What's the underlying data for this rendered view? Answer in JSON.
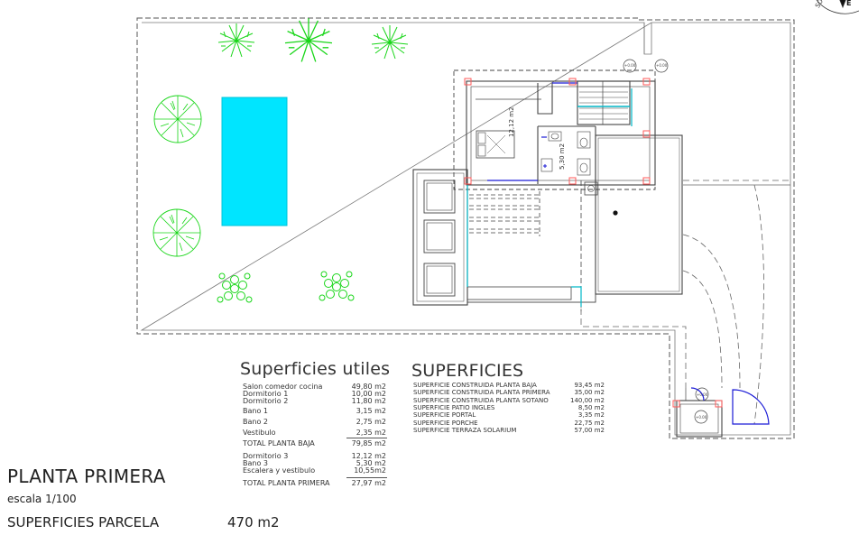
{
  "plan": {
    "title": "PLANTA PRIMERA",
    "scale": "escala 1/100",
    "plot_label": "SUPERFICIES PARCELA",
    "plot_value": "470 m2",
    "room_labels": {
      "dorm": "12,12 m2",
      "bath": "5,30 m2"
    },
    "circle_labels": [
      "+0.00",
      "+0.00",
      "+0.00",
      "+0.00"
    ],
    "compass": {
      "letters": "SO",
      "e": "E"
    }
  },
  "utiles": {
    "heading": "Superficies utiles",
    "rows": [
      {
        "label": "Salon comedor cocina",
        "value": "49,80 m2"
      },
      {
        "label": "Dormitorio 1",
        "value": "10,00 m2"
      },
      {
        "label": "Dormitorio 2",
        "value": "11,80 m2"
      },
      {
        "label": "Bano 1",
        "value": "3,15 m2"
      },
      {
        "label": "Bano  2",
        "value": "2,75 m2"
      },
      {
        "label": "Vestibulo",
        "value": "2,35 m2"
      },
      {
        "label": "TOTAL PLANTA BAJA",
        "value": "79,85 m2"
      },
      {
        "label": "Dormitorio 3",
        "value": "12,12 m2"
      },
      {
        "label": "Bano  3",
        "value": "5,30 m2"
      },
      {
        "label": "Escalera y vestibulo",
        "value": "10,55m2"
      },
      {
        "label": "TOTAL PLANTA PRIMERA",
        "value": "27,97 m2"
      }
    ]
  },
  "superficies": {
    "heading": "SUPERFICIES",
    "rows": [
      {
        "label": "SUPERFICIE CONSTRUIDA PLANTA BAJA",
        "value": "93,45 m2"
      },
      {
        "label": "SUPERFICIE CONSTRUIDA PLANTA PRIMERA",
        "value": "35,00 m2"
      },
      {
        "label": "SUPERFICIE CONSTRUIDA PLANTA SOTANO",
        "value": "140,00 m2"
      },
      {
        "label": "SUPERFICIE PATIO INGLES",
        "value": "8,50 m2"
      },
      {
        "label": "SUPERFICIE PORTAL",
        "value": "3,35 m2"
      },
      {
        "label": "SUPERFICIE PORCHE",
        "value": "22,75 m2"
      },
      {
        "label": "SUPERFICIE TERRAZA SOLARIUM",
        "value": "57,00 m2"
      }
    ]
  },
  "colors": {
    "pool": "#00e5ff",
    "vegetation": "#19d619",
    "wall": "#444444",
    "accent_blue": "#1a1ad6",
    "accent_cyan": "#00b7c7",
    "column_red": "#ff5a5a"
  }
}
